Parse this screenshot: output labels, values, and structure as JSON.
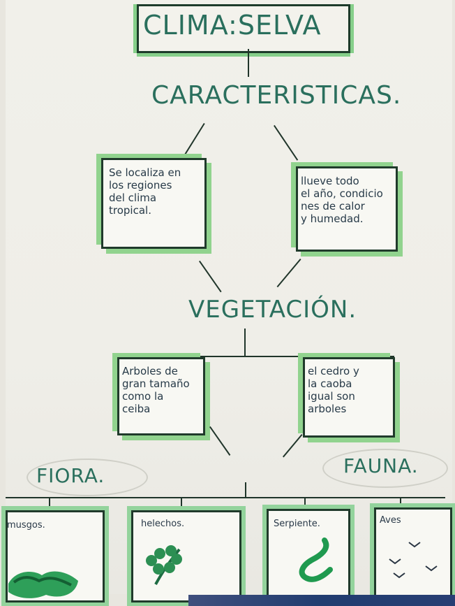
{
  "poster": {
    "title": "CLIMA:SELVA",
    "headings": {
      "characteristics": "CARACTERISTICAS.",
      "vegetation": "VEGETACIÓN.",
      "flora": "FIORA.",
      "fauna": "FAUNA."
    },
    "characteristics": [
      "Se localiza en\nlos regiones\ndel clima\ntropical.",
      "llueve todo\nel año, condicio\nnes de calor\ny humedad."
    ],
    "vegetation": [
      "Arboles de\ngran tamaño\ncomo la\nceiba",
      "el cedro y\nla caoba\nigual son\narboles"
    ],
    "bottom_labels": [
      "musgos.",
      "helechos.",
      "Serpiente.",
      "Aves"
    ]
  },
  "colors": {
    "ink": "#2a6f5d",
    "green": "#93d39c"
  }
}
